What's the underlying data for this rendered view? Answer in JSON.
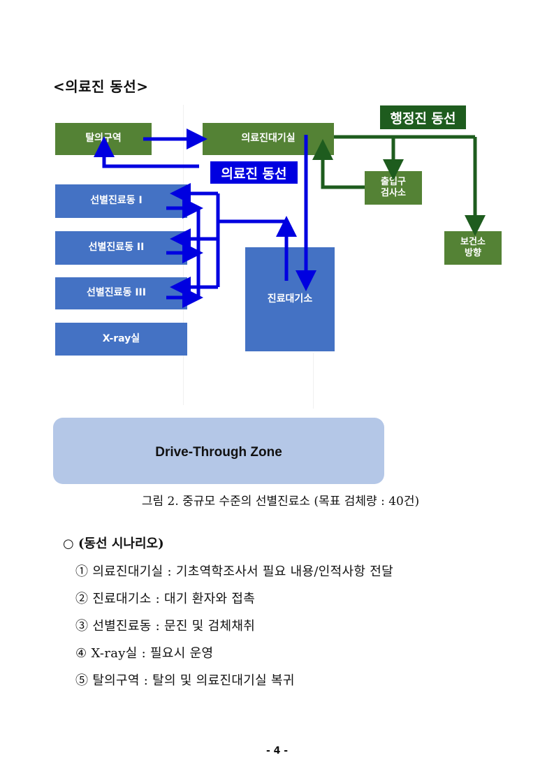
{
  "heading": "<의료진 동선>",
  "diagram": {
    "boxes": {
      "doffing_zone": "탈의구역",
      "staff_waiting_room": "의료진대기실",
      "entrance_inspection": "출입구\n검사소",
      "health_center": "보건소\n방향",
      "screening_1": "선별진료동 I",
      "screening_2": "선별진료동 II",
      "screening_3": "선별진료동 III",
      "xray_room": "X-ray실",
      "clinic_waiting": "진료대기소"
    },
    "tags": {
      "admin_route": "행정진 동선",
      "medical_route": "의료진 동선"
    },
    "drive_through": "Drive-Through Zone",
    "colors": {
      "box_green": "#548235",
      "box_blue": "#4472c4",
      "arrow_blue": "#0000e0",
      "arrow_green": "#1e5c1e",
      "zone_fill": "#b4c7e7"
    }
  },
  "caption": "그림 2. 중규모 수준의 선별진료소 (목표 검체량 : 40건)",
  "scenario": {
    "title": "○ (동선 시나리오)",
    "items": [
      "① 의료진대기실 : 기초역학조사서 필요 내용/인적사항 전달",
      "② 진료대기소 : 대기 환자와 접촉",
      "③ 선별진료동 : 문진 및 검체채취",
      "④ X-ray실 : 필요시 운영",
      "⑤ 탈의구역 : 탈의 및 의료진대기실 복귀"
    ]
  },
  "page_number": "- 4 -"
}
